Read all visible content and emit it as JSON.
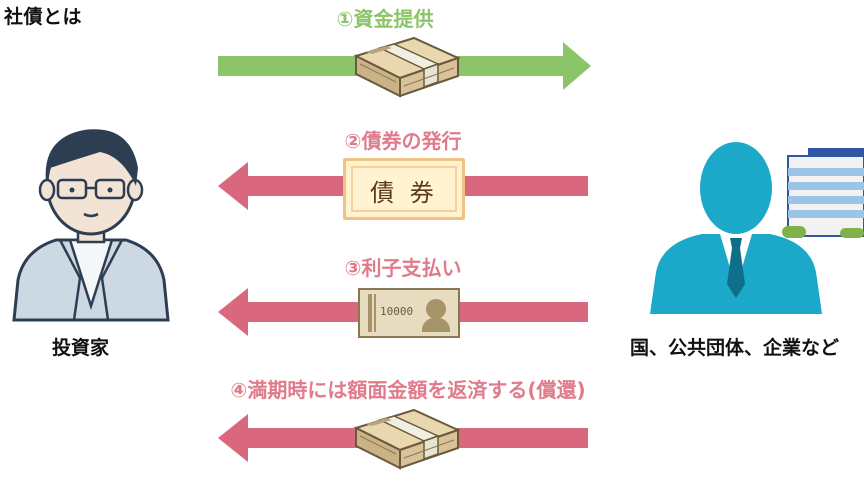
{
  "title": "社債とは",
  "steps": [
    {
      "label": "①資金提供",
      "direction": "right",
      "item": "bundle-of-bills"
    },
    {
      "label": "②債券の発行",
      "direction": "left",
      "item": "bond-certificate"
    },
    {
      "label": "③利子支払い",
      "direction": "left",
      "item": "banknote"
    },
    {
      "label": "④満期時には額面金額を返済する(償還)",
      "direction": "left",
      "item": "bundle-of-bills"
    }
  ],
  "bond_text": "債 券",
  "banknote_text": "10000",
  "investor": {
    "label": "投資家",
    "icon": "man-with-glasses-icon"
  },
  "issuer": {
    "label": "国、公共団体、企業など",
    "icons": [
      "businessperson-silhouette-icon",
      "office-building-icon"
    ]
  },
  "colors": {
    "green": "#8cc46a",
    "pink": "#d9687e",
    "blue": "#1ba8c9",
    "skin": "#f2e3d5"
  }
}
